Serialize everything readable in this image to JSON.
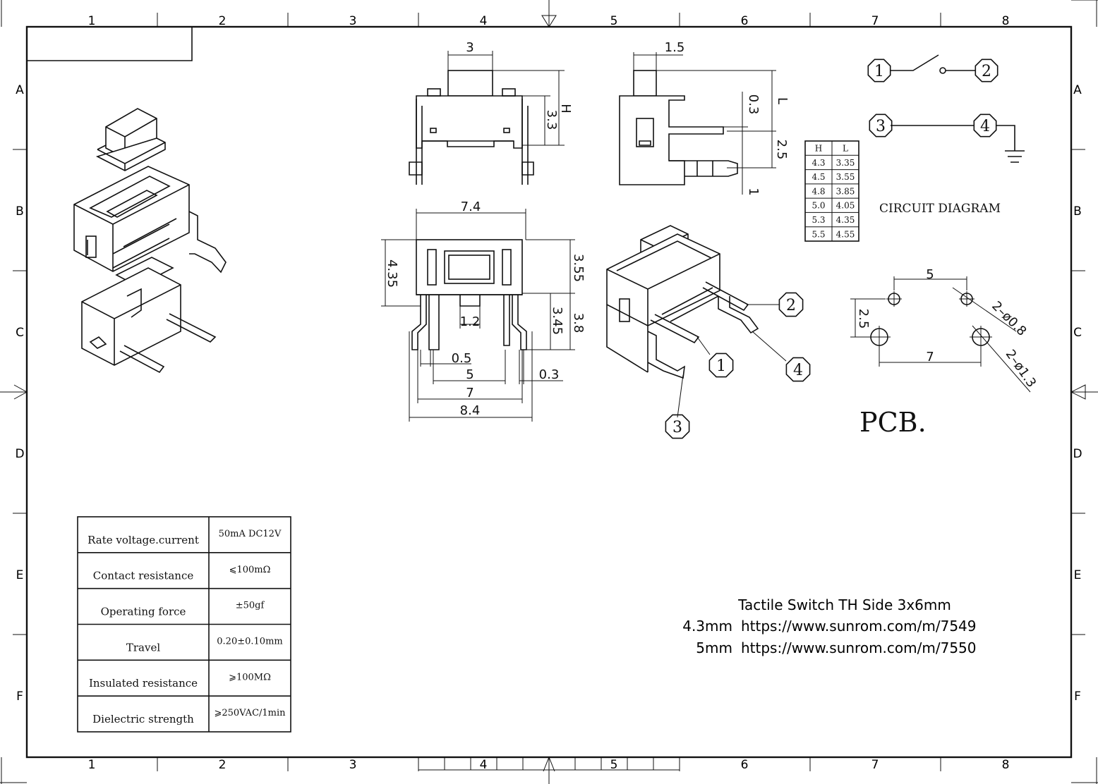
{
  "frame": {
    "columns": [
      "1",
      "2",
      "3",
      "4",
      "5",
      "6",
      "7",
      "8"
    ],
    "rows": [
      "A",
      "B",
      "C",
      "D",
      "E",
      "F"
    ]
  },
  "front_view": {
    "top_width": "3",
    "height_label": "H",
    "body_height": "3.3"
  },
  "side_view": {
    "cap_width": "1.5",
    "length_label": "L",
    "gap": "0.3",
    "pin_offset": "2.5",
    "pin_end": "1"
  },
  "hl_table": {
    "headers": [
      "H",
      "L"
    ],
    "rows": [
      [
        "4.3",
        "3.35"
      ],
      [
        "4.5",
        "3.55"
      ],
      [
        "4.8",
        "3.85"
      ],
      [
        "5.0",
        "4.05"
      ],
      [
        "5.3",
        "4.35"
      ],
      [
        "5.5",
        "4.55"
      ]
    ]
  },
  "circuit": {
    "title": "CIRCUIT DIAGRAM",
    "pins": [
      "1",
      "2",
      "3",
      "4"
    ]
  },
  "bottom_view": {
    "width_top": "7.4",
    "left_height": "4.35",
    "right_height_top": "3.55",
    "pin_height": "3.45",
    "total_height": "3.8",
    "center_gap": "1.2",
    "pin_width": "0.5",
    "inner_span": "5",
    "outer_span": "7",
    "total_width": "8.4",
    "tab_width": "0.3"
  },
  "iso_pins": [
    "1",
    "2",
    "3",
    "4"
  ],
  "pcb": {
    "title": "PCB.",
    "spacing_top": "5",
    "spacing_bottom": "7",
    "vertical": "2.5",
    "hole_small": "2–ø0.8",
    "hole_large": "2–ø1.3"
  },
  "spec_table": [
    {
      "label": "Rate voltage.current",
      "value": "50mA DC12V"
    },
    {
      "label": "Contact resistance",
      "value": "⩽100mΩ"
    },
    {
      "label": "Operating force",
      "value": "±50gf"
    },
    {
      "label": "Travel",
      "value": "0.20±0.10mm"
    },
    {
      "label": "Insulated resistance",
      "value": "⩾100MΩ"
    },
    {
      "label": "Dielectric strength",
      "value": "⩾250VAC/1min"
    }
  ],
  "title_block": {
    "title": "Tactile Switch TH Side 3x6mm",
    "lines": [
      {
        "size": "4.3mm",
        "url": "https://www.sunrom.com/m/7549"
      },
      {
        "size": "5mm",
        "url": "https://www.sunrom.com/m/7550"
      }
    ]
  }
}
